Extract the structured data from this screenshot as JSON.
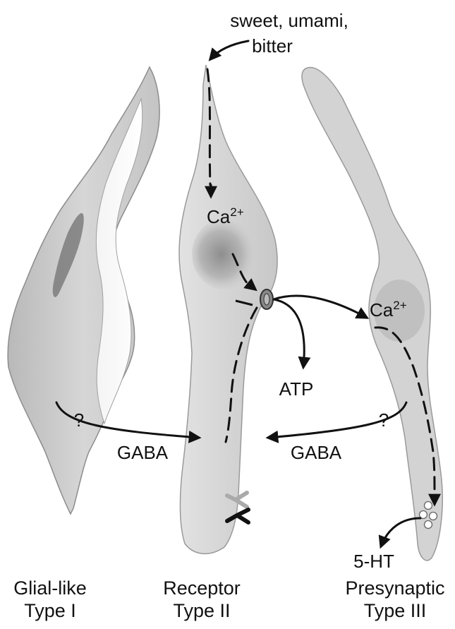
{
  "stimulus": {
    "line1": "sweet, umami,",
    "line2": "bitter"
  },
  "labels": {
    "ca_receptor": "Ca",
    "ca_receptor_sup": "2+",
    "ca_presynaptic": "Ca",
    "ca_presynaptic_sup": "2+",
    "atp": "ATP",
    "gaba_left": "GABA",
    "gaba_right": "GABA",
    "question_left": "?",
    "question_right": "?",
    "serotonin": "5-HT"
  },
  "cells": [
    {
      "line1": "Glial-like",
      "line2": "Type I"
    },
    {
      "line1": "Receptor",
      "line2": "Type II"
    },
    {
      "line1": "Presynaptic",
      "line2": "Type III"
    }
  ]
}
